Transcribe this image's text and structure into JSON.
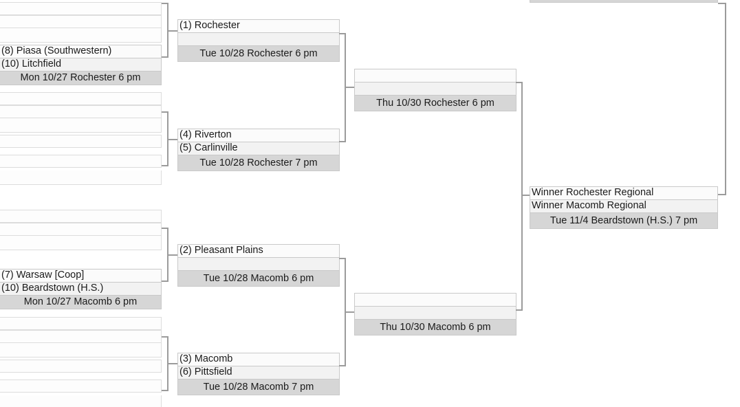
{
  "bracket": {
    "title_bar_visible": true,
    "colors": {
      "slot_bg": "#fbfbfb",
      "slot_alt_bg": "#f2f2f2",
      "info_bg": "#d6d6d6",
      "border": "#c9c9c9",
      "connector": "#9b9b9b",
      "text": "#1a1a1a"
    },
    "round1": {
      "games": [
        {
          "name": "r1-game-1",
          "team1": "",
          "team2": "",
          "info": ""
        },
        {
          "name": "r1-game-2",
          "team1": "(8) Piasa (Southwestern)",
          "team2": "(10) Litchfield",
          "info": "Mon 10/27 Rochester 6 pm"
        },
        {
          "name": "r1-game-3",
          "team1": "",
          "team2": "",
          "info": ""
        },
        {
          "name": "r1-game-4",
          "team1": "",
          "team2": "",
          "info": ""
        },
        {
          "name": "r1-game-5",
          "team1": "",
          "team2": "",
          "info": ""
        },
        {
          "name": "r1-game-6",
          "team1": "(7) Warsaw [Coop]",
          "team2": "(10) Beardstown (H.S.)",
          "info": "Mon 10/27 Macomb 6 pm"
        },
        {
          "name": "r1-game-7",
          "team1": "",
          "team2": "",
          "info": ""
        },
        {
          "name": "r1-game-8",
          "team1": "",
          "team2": "",
          "info": ""
        }
      ]
    },
    "round2": {
      "games": [
        {
          "name": "r2-game-1",
          "team1": "(1) Rochester",
          "team2": "",
          "info": "Tue 10/28 Rochester 6 pm"
        },
        {
          "name": "r2-game-2",
          "team1": "(4) Riverton",
          "team2": "(5) Carlinville",
          "info": "Tue 10/28 Rochester 7 pm"
        },
        {
          "name": "r2-game-3",
          "team1": "(2) Pleasant Plains",
          "team2": "",
          "info": "Tue 10/28 Macomb 6 pm"
        },
        {
          "name": "r2-game-4",
          "team1": "(3) Macomb",
          "team2": "(6) Pittsfield",
          "info": "Tue 10/28 Macomb 7 pm"
        }
      ]
    },
    "round3": {
      "games": [
        {
          "name": "r3-game-1",
          "team1": "",
          "team2": "",
          "info": "Thu 10/30 Rochester 6 pm"
        },
        {
          "name": "r3-game-2",
          "team1": "",
          "team2": "",
          "info": "Thu 10/30 Macomb 6 pm"
        }
      ]
    },
    "final": {
      "name": "final-game",
      "team1": "Winner Rochester Regional",
      "team2": "Winner Macomb Regional",
      "info": "Tue 11/4 Beardstown (H.S.) 7 pm"
    }
  }
}
